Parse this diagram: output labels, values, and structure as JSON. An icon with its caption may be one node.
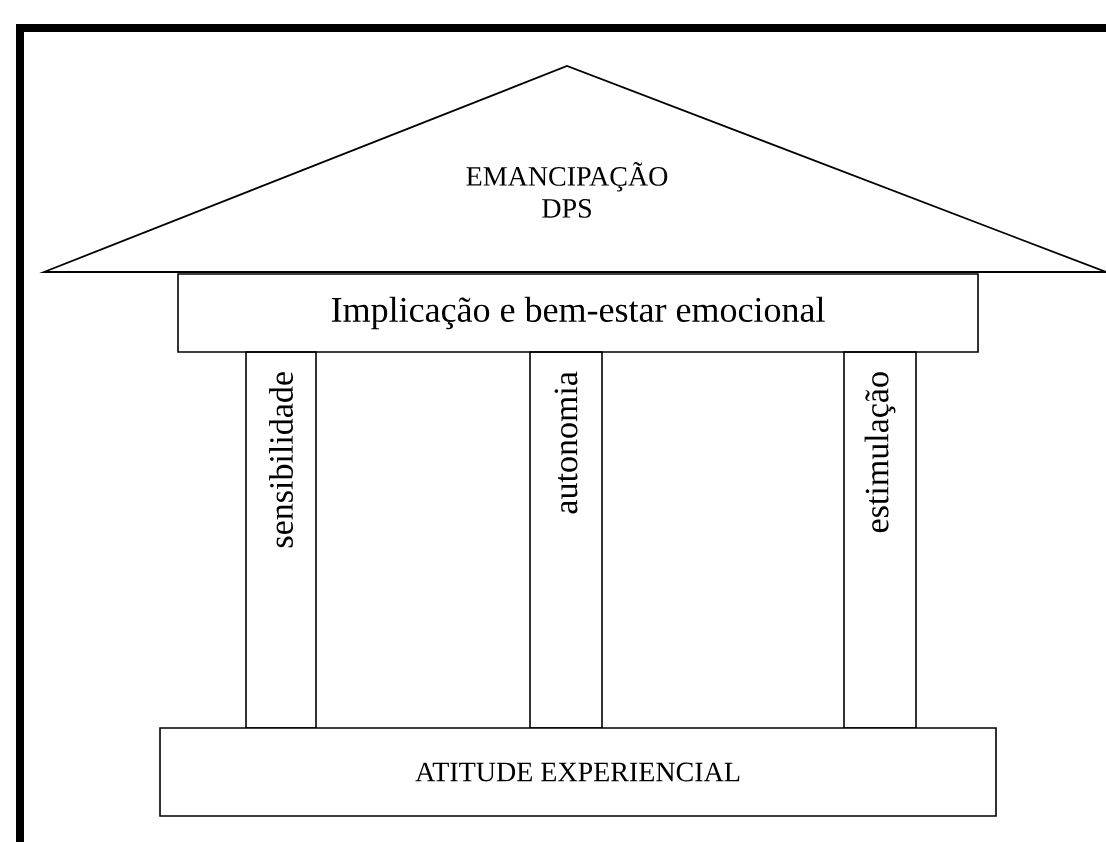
{
  "diagram": {
    "nodes": [
      {
        "text": [
          "EMANCIPAÇÃO",
          "DPS"
        ]
      },
      {
        "text": [
          "Implicação e bem-estar emocional"
        ]
      },
      {
        "text": [
          "sensibilidade"
        ]
      },
      {
        "text": [
          "autonomia"
        ]
      },
      {
        "text": [
          "estimulação"
        ]
      },
      {
        "text": [
          "ATITUDE EXPERIENCIAL"
        ]
      }
    ]
  }
}
